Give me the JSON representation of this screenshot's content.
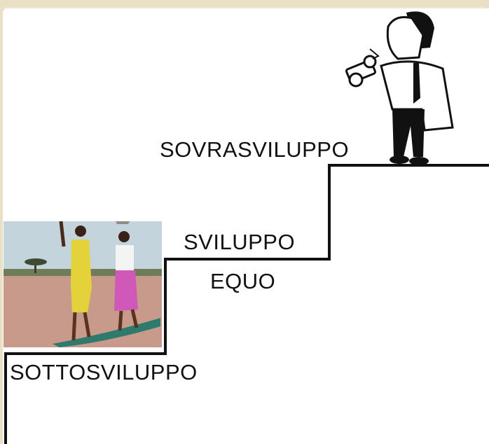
{
  "levels": {
    "top": "SOVRASVILUPPO",
    "middle_line1": "SVILUPPO",
    "middle_line2": "EQUO",
    "bottom": "SOTTOSVILUPPO"
  },
  "illustrations": {
    "top": "businessman-eating-money-icon",
    "bottom": "women-carrying-water-pots-icon"
  }
}
